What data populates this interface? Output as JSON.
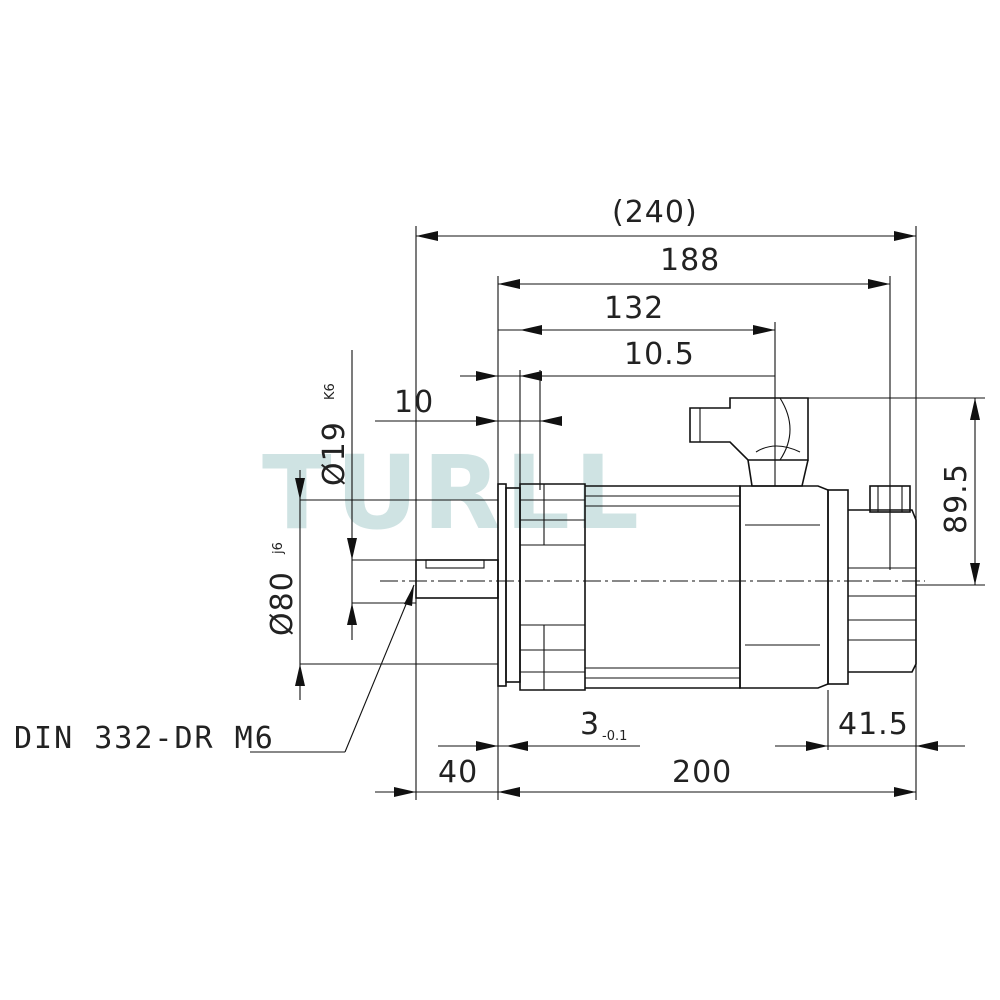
{
  "watermark": "TURLL",
  "dimensions": {
    "overall_length": "(240)",
    "d188": "188",
    "d132": "132",
    "d10_5": "10.5",
    "d10": "10",
    "height": "89.5",
    "d41_5": "41.5",
    "d3": "3",
    "d3_tol": "-0.1",
    "d40": "40",
    "d200": "200",
    "shaft_dia": "Ø19",
    "shaft_fit": "K6",
    "pilot_dia": "Ø80",
    "pilot_fit": "j6"
  },
  "callout": "DIN 332-DR M6"
}
